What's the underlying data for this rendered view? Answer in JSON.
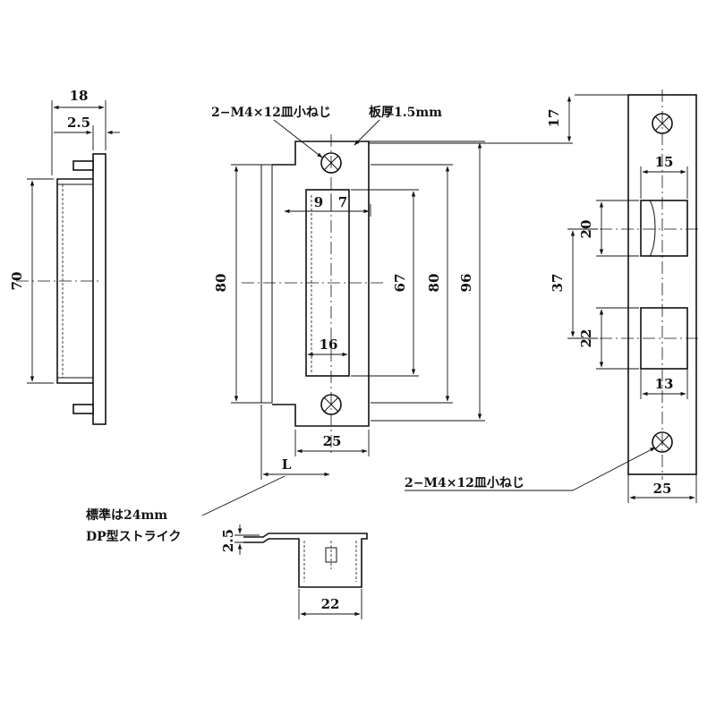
{
  "side_view": {
    "dim_width": "18",
    "dim_flange": "2.5",
    "dim_height": "70"
  },
  "front_strike": {
    "screw_note": "2−M4×12皿小ねじ",
    "plate_thickness": "板厚1.5mm",
    "dim_slot_left": "9",
    "dim_slot_right": "7",
    "dim_box_height": "80",
    "dim_slot_height": "67",
    "dim_plate_height": "80",
    "dim_overall_height": "96",
    "dim_slot_width": "16",
    "dim_width": "25",
    "dim_l": "L",
    "standard_note": "標準は24mm",
    "strike_type": "DP型ストライク"
  },
  "bottom_view": {
    "dim_thickness": "2.5",
    "dim_width": "22"
  },
  "lock_face": {
    "dim_top": "17",
    "dim_latch_width": "15",
    "dim_latch_height": "20",
    "dim_pitch": "37",
    "dim_dead_height": "22",
    "dim_dead_width": "13",
    "screw_note": "2−M4×12皿小ねじ",
    "dim_width": "25"
  }
}
